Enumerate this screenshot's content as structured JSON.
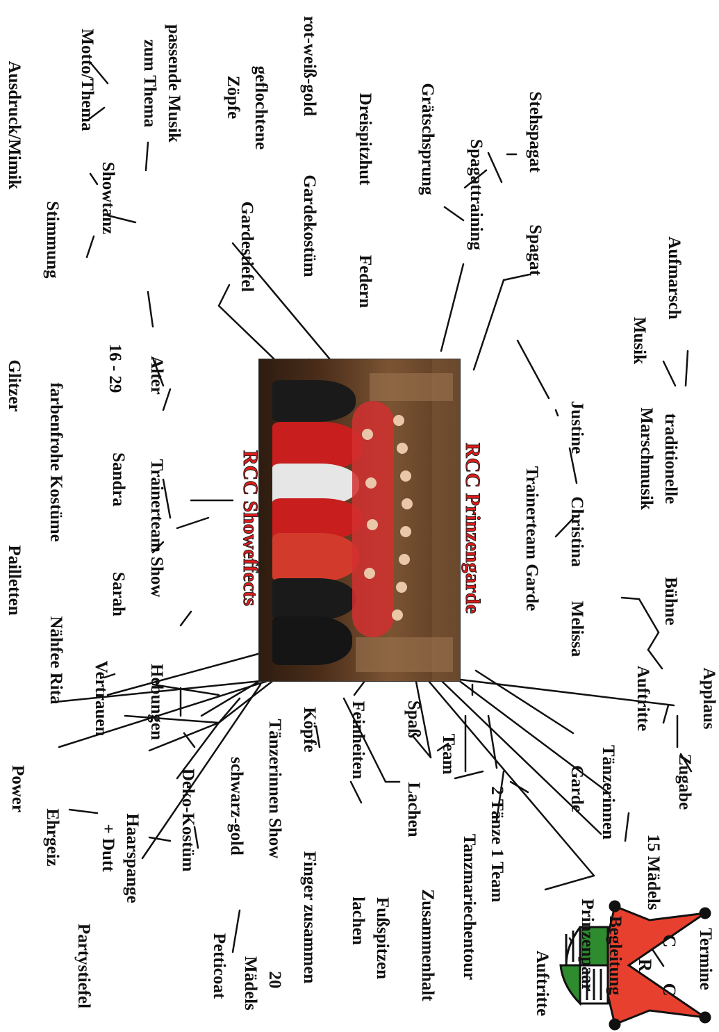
{
  "centers": {
    "prinzengarde": "RCC Prinzengarde",
    "showeffects": "RCC Showeffects"
  },
  "logo": {
    "letters": [
      "R",
      "C",
      "C"
    ]
  },
  "colors": {
    "title_red": "#e01b1b",
    "logo_red": "#e8402e",
    "logo_green": "#2e8b2e",
    "ink": "#111111"
  },
  "nodes": {
    "aufmarsch": "Aufmarsch",
    "musik": "Musik",
    "traditionelle": "traditionelle",
    "marschmusik": "Marschmusik",
    "stehspagat": "Stehspagat",
    "spagat": "Spagat",
    "spagattraining": "Spagattraining",
    "graetschsprung": "Grätschsprung",
    "justine": "Justine",
    "christina": "Christina",
    "melissa": "Melissa",
    "trainerteam_garde": "Trainerteam Garde",
    "buehne": "Bühne",
    "applaus": "Applaus",
    "auftritte": "Auftritte",
    "zugabe": "Zugabe",
    "termine": "Termine",
    "taenzerinnen": "Tänzerinnen",
    "15_maedels": "15 Mädels",
    "garde": "Garde",
    "begleitung": "Begleitung",
    "prinzenpaar": "Prinzenpaar",
    "auftritte2": "Auftritte",
    "team": "Team",
    "spass": "Spaß",
    "lachen_team": "Lachen",
    "zwei_taenze": "2 Tänze 1 Team",
    "tanzmariechentour": "Tanzmariechentour",
    "zusammenhalt": "Zusammenhalt",
    "feinheiten": "Feinheiten",
    "koepfe": "Köpfe",
    "finger": "Finger zusammen",
    "fussspitzen": "Fußspitzen",
    "lachen": "lachen",
    "taenzerinnen_show": "Tänzerinnen Show",
    "zwanzig": "20",
    "maedels": "Mädels",
    "dreispitzhut": "Dreispitzhut",
    "federn": "Federn",
    "rot_weiss_gold": "rot-weiß-gold",
    "gardekostuem": "Gardekostüm",
    "geflochtene": "geflochtene",
    "zoepfe": "Zöpfe",
    "gardestiefel": "Gardestiefel",
    "passende_musik": "passende Musik",
    "zum_thema": "zum Thema",
    "motto": "Motto/Thema",
    "showtanz": "Showtanz",
    "stimmung": "Stimmung",
    "ausdruck": "Ausdruck/Mimik",
    "alter": "Alter",
    "alter_val": "16 - 29",
    "trainerteam_show": "Trainerteam Show",
    "sandra": "Sandra",
    "sarah": "Sarah",
    "farbenfrohe": "farbenfrohe Kostüme",
    "glitzer": "Glitzer",
    "pailletten": "Pailletten",
    "naehfee": "Nähfee Rita",
    "hebungen": "Hebungen",
    "vertrauen": "Vertrauen",
    "power": "Power",
    "ehrgeiz": "Ehrgeiz",
    "haarspange": "Haarspange",
    "dutt": "+ Dutt",
    "deko_kostuem": "Deko-Kostüm",
    "schwarz_gold": "schwarz-gold",
    "petticoat": "Petticoat",
    "partystiefel": "Partystiefel"
  }
}
